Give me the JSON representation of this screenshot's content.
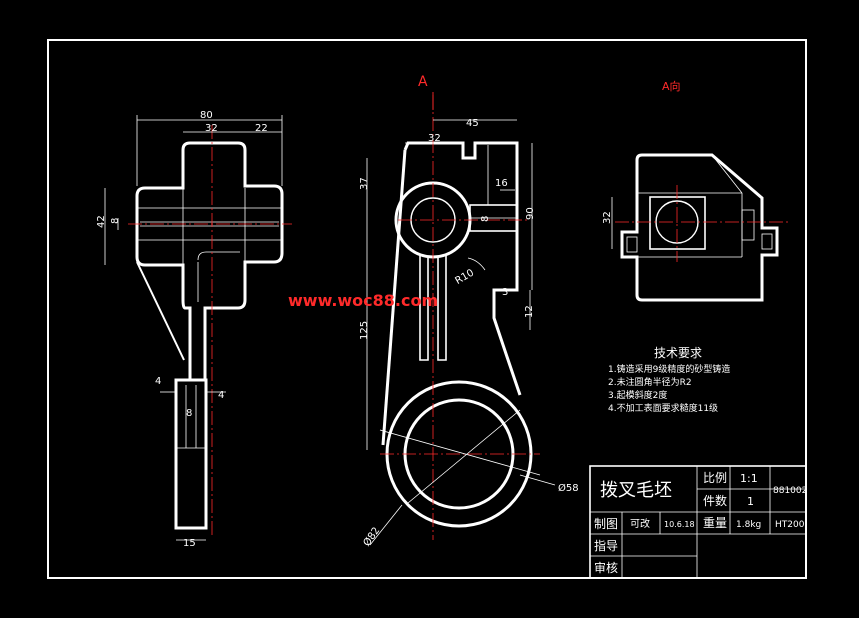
{
  "views": {
    "section_label": "A",
    "view_label": "A向"
  },
  "dimensions": {
    "left_view": [
      "80",
      "32",
      "22",
      "42",
      "8",
      "4",
      "4",
      "8",
      "15"
    ],
    "front_view": [
      "32",
      "45",
      "37",
      "16",
      "8",
      "90",
      "R10",
      "3",
      "12",
      "125",
      "Ø58",
      "Ø82"
    ],
    "right_view": [
      "32"
    ]
  },
  "watermark": "www.woc88.com",
  "technical_requirements": {
    "title": "技术要求",
    "items": [
      "1.铸造采用9级精度的砂型铸造",
      "2.未注圆角半径为R2",
      "3.起模斜度2度",
      "4.不加工表面要求糙度11级"
    ]
  },
  "title_block": {
    "part_name": "拨叉毛坯",
    "scale_label": "比例",
    "scale_value": "1:1",
    "drawing_no": "881002",
    "count_label": "件数",
    "count_value": "1",
    "weight_label": "重量",
    "weight_value": "1.8kg",
    "material": "HT200",
    "drawn_label": "制图",
    "drawn_by": "可改",
    "drawn_date": "10.6.18",
    "guide_label": "指导",
    "review_label": "审核"
  }
}
